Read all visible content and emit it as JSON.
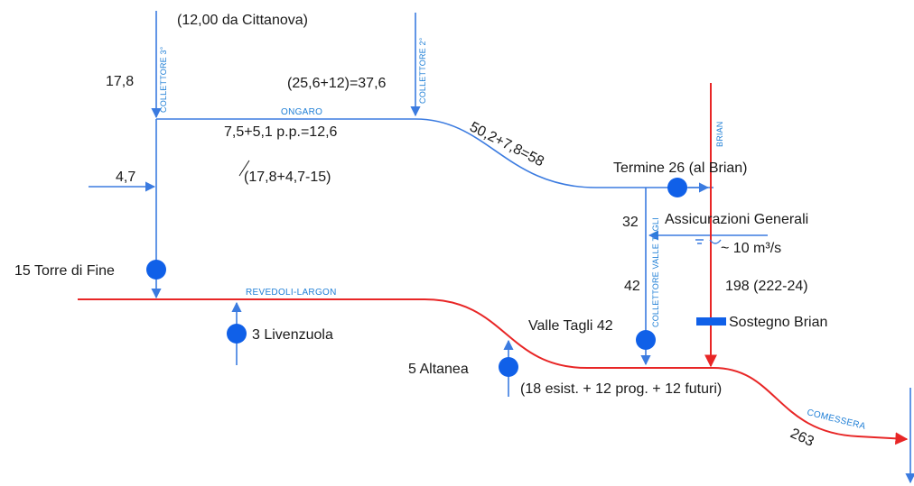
{
  "colors": {
    "blue_channel": "#3b7be0",
    "red_channel": "#e82626",
    "node": "#1060e8",
    "channel_label": "#1f7fd6",
    "text": "#1a1a1a"
  },
  "channels": {
    "collettore_3": "COLLETTORE 3°",
    "collettore_2": "COLLETTORE 2°",
    "ongaro": "ONGARO",
    "brian": "BRIAN",
    "collettore_valle_tagli": "COLLETTORE VALLE TAGLI",
    "revedoli_largon": "REVEDOLI-LARGON",
    "comessera": "COMESSERA"
  },
  "flows": {
    "cittanova": "(12,00 da Cittanova)",
    "c3_value": "17,8",
    "c2_value": "(25,6+12)=37,6",
    "ongaro_value": "7,5+5,1 p.p.=12,6",
    "ongaro_note": "(17,8+4,7-15)",
    "inflow_left": "4,7",
    "ongaro_out": "50,2+7,8=58",
    "vt_upper": "32",
    "vt_lower": "42",
    "brian_value": "198 (222-24)",
    "comessera_value": "263",
    "assicurazioni_flow": "~ 10 m³/s"
  },
  "nodes": {
    "termine": "Termine 26 (al Brian)",
    "assicurazioni": "Assicurazioni Generali",
    "torre_di_fine": "15 Torre di Fine",
    "livenzuola": "3 Livenzuola",
    "valle_tagli": "Valle Tagli 42",
    "altanea": "5 Altanea",
    "altanea_detail": "(18 esist. + 12 prog. + 12 futuri)",
    "sostegno_brian": "Sostegno Brian"
  }
}
